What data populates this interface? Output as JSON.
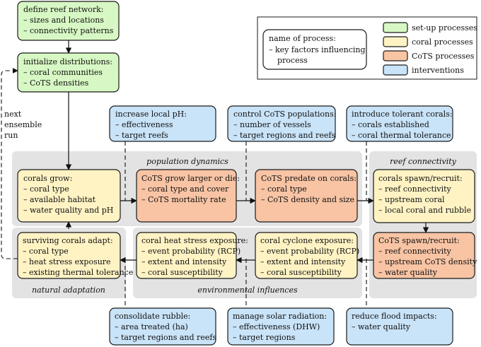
{
  "colors": {
    "setup": "#d7f8c4",
    "coral": "#fff3c4",
    "cots": "#f8c4a4",
    "intervention": "#c9e3f8",
    "group_bg": "#e3e3e3"
  },
  "legend": {
    "template_title": "name of process:",
    "template_line1": "– key factors influencing",
    "template_line2": "process",
    "setup": "set-up processes",
    "coral": "coral processes",
    "cots": "CoTS processes",
    "interventions": "interventions"
  },
  "groups": {
    "population_dynamics": "population dynamics",
    "reef_connectivity": "reef connectivity",
    "natural_adaptation": "natural adaptation",
    "environmental_influences": "environmental influences"
  },
  "loop_label": [
    "next",
    "ensemble",
    "run"
  ],
  "boxes": {
    "define_network": {
      "title": "define reef network:",
      "items": [
        "– sizes and locations",
        "– connectivity patterns"
      ]
    },
    "initialize": {
      "title": "initialize distributions:",
      "items": [
        "– coral communities",
        "– CoTS densities"
      ]
    },
    "increase_ph": {
      "title": "increase local pH:",
      "items": [
        "– effectiveness",
        "– target reefs"
      ]
    },
    "control_cots": {
      "title": "control CoTS populations:",
      "items": [
        "– number of vessels",
        "– target regions and reefs"
      ]
    },
    "tolerant_corals": {
      "title": "introduce tolerant corals:",
      "items": [
        "– corals established",
        "– coral thermal tolerance"
      ]
    },
    "corals_grow": {
      "title": "corals grow:",
      "items": [
        "– coral type",
        "– available habitat",
        "– water quality and pH"
      ]
    },
    "cots_grow": {
      "title": "CoTS grow larger or die:",
      "items": [
        "– coral type and cover",
        "– CoTS mortality rate"
      ]
    },
    "cots_predate": {
      "title": "CoTS predate on corals:",
      "items": [
        "– coral type",
        "– CoTS density and size"
      ]
    },
    "corals_spawn": {
      "title": "corals spawn/recruit:",
      "items": [
        "– reef connectivity",
        "– upstream coral",
        "– local coral and rubble"
      ]
    },
    "surviving_adapt": {
      "title": "surviving corals adapt:",
      "items": [
        "– coral type",
        "– heat stress exposure",
        "– existing thermal tolerance"
      ]
    },
    "heat_stress": {
      "title": "coral heat stress exposure:",
      "items": [
        "– event probability (RCP)",
        "– extent and intensity",
        "– coral susceptibility"
      ]
    },
    "cyclone": {
      "title": "coral cyclone exposure:",
      "items": [
        "– event probability (RCP)",
        "– extent and intensity",
        "– coral susceptibility"
      ]
    },
    "cots_spawn": {
      "title": "CoTS spawn/recruit:",
      "items": [
        "– reef connectivity",
        "– upstream CoTS density",
        "– water quality"
      ]
    },
    "consolidate_rubble": {
      "title": "consolidate rubble:",
      "items": [
        "– area treated (ha)",
        "– target regions and reefs"
      ]
    },
    "solar_radiation": {
      "title": "manage solar radiation:",
      "items": [
        "– effectiveness (DHW)",
        "– target regions"
      ]
    },
    "flood_impacts": {
      "title": "reduce flood impacts:",
      "items": [
        "– water quality"
      ]
    }
  }
}
